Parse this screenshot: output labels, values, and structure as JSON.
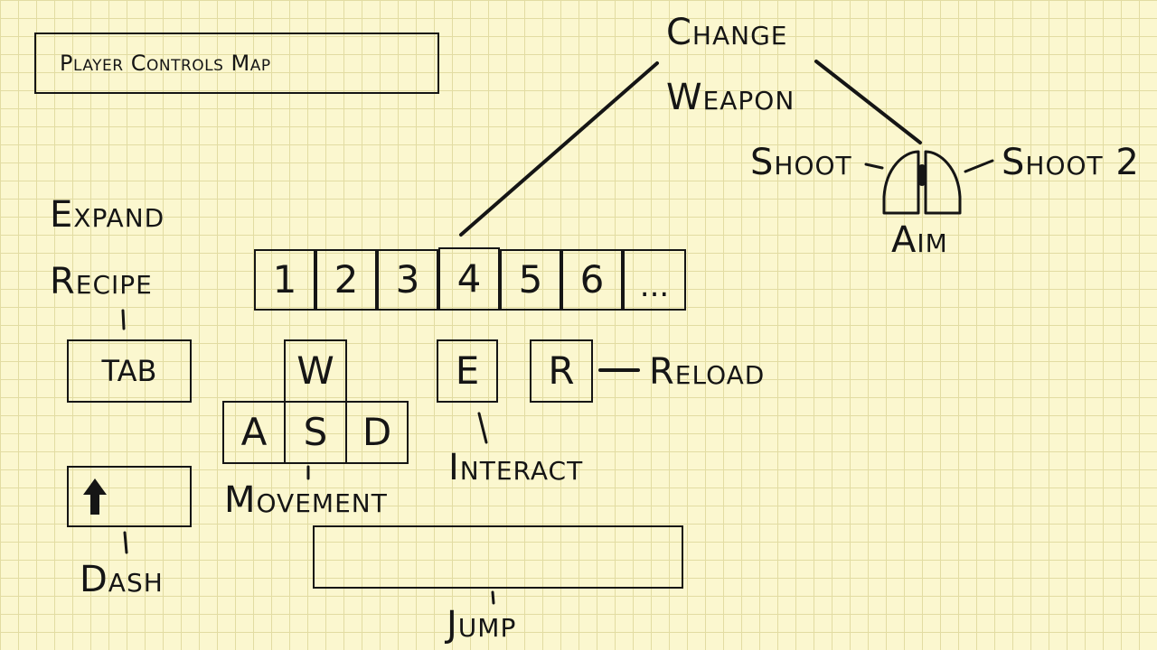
{
  "title": "Player Controls Map",
  "labels": {
    "change": "Change",
    "weapon": "Weapon",
    "shoot": "Shoot",
    "shoot2": "Shoot 2",
    "aim": "Aim",
    "expand": "Expand",
    "recipe": "Recipe",
    "dash": "Dash",
    "movement": "Movement",
    "interact": "Interact",
    "reload": "Reload",
    "jump": "Jump"
  },
  "keys": {
    "number_row": [
      "1",
      "2",
      "3",
      "4",
      "5",
      "6",
      "..."
    ],
    "tab": "TAB",
    "w": "W",
    "a": "A",
    "s": "S",
    "d": "D",
    "e": "E",
    "r": "R"
  },
  "icons": {
    "shift": "arrow-up-icon",
    "mouse": "mouse-icon"
  }
}
